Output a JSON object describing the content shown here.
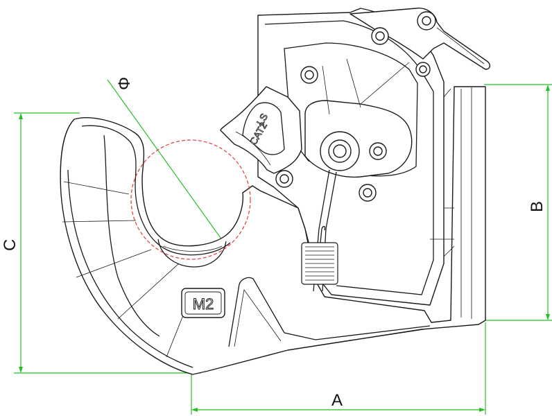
{
  "drawing": {
    "dimension_labels": {
      "a": "A",
      "b": "B",
      "c": "C",
      "phi": "Φ"
    },
    "latch_marking": {
      "line1": "LS",
      "line2": "CAT2"
    },
    "hook_marking": "M2",
    "colors": {
      "dimension_lines": "#22c022",
      "ball_circle": "#e23a3a",
      "outline": "#1a1a1a"
    }
  }
}
